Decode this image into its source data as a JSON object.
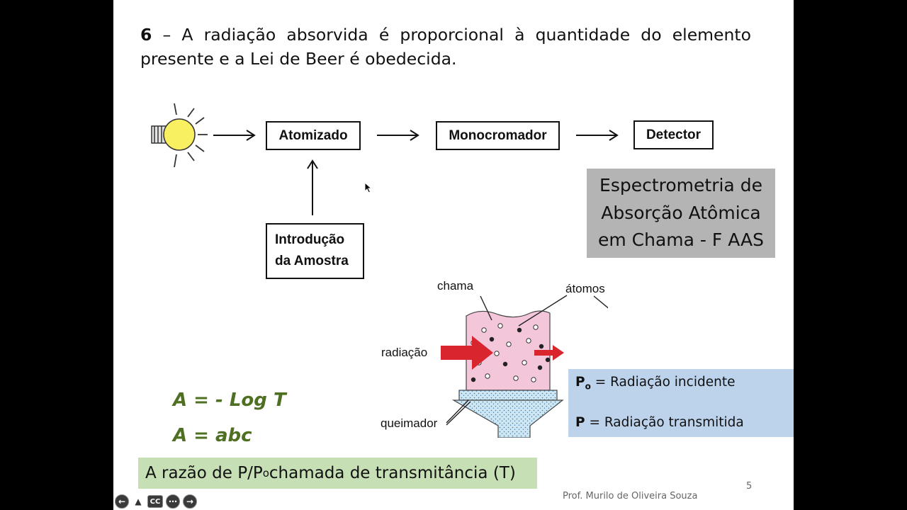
{
  "slide": {
    "heading": {
      "number": "6",
      "text": " – A radiação absorvida é proporcional à quantidade do elemento presente e a Lei de Beer é obedecida."
    },
    "diagram": {
      "atomizer": "Atomizado",
      "monochromator": "Monocromador",
      "detector": "Detector",
      "sample_intro_line1": "Introdução",
      "sample_intro_line2": "da Amostra"
    },
    "technique_panel": {
      "line1": "Espectrometria de",
      "line2": "Absorção Atômica",
      "line3": "em Chama - F AAS"
    },
    "flame_figure": {
      "flame_label": "chama",
      "atoms_label": "átomos",
      "radiation_label": "radiação",
      "burner_label": "queimador"
    },
    "legend": {
      "p0_symbol": "P",
      "p0_subscript": "o",
      "p0_text": " = Radiação incidente",
      "p_symbol": "P",
      "p_text": " = Radiação transmitida"
    },
    "formulas": {
      "f1": "A = - Log T",
      "f2": "A = abc"
    },
    "transmittance": {
      "prefix": "A razão de P/P",
      "subscript": "o",
      "suffix": " chamada de transmitância (T)"
    },
    "page_number": "5",
    "author": "Prof. Murilo de Oliveira Souza"
  },
  "controls": {
    "prev_icon": "arrow-left-icon",
    "pointer_icon": "pointer-icon",
    "cc_label": "CC",
    "more_icon": "more-icon",
    "next_icon": "arrow-right-icon"
  },
  "colors": {
    "formula_green": "#4f6f22",
    "green_box": "#c7dfb5",
    "blue_panel": "#bcd3eb",
    "gray_panel": "#b4b4b4",
    "flame_pink": "#f3c6da",
    "arrow_red": "#d9252e",
    "bulb_yellow": "#f8f060"
  }
}
